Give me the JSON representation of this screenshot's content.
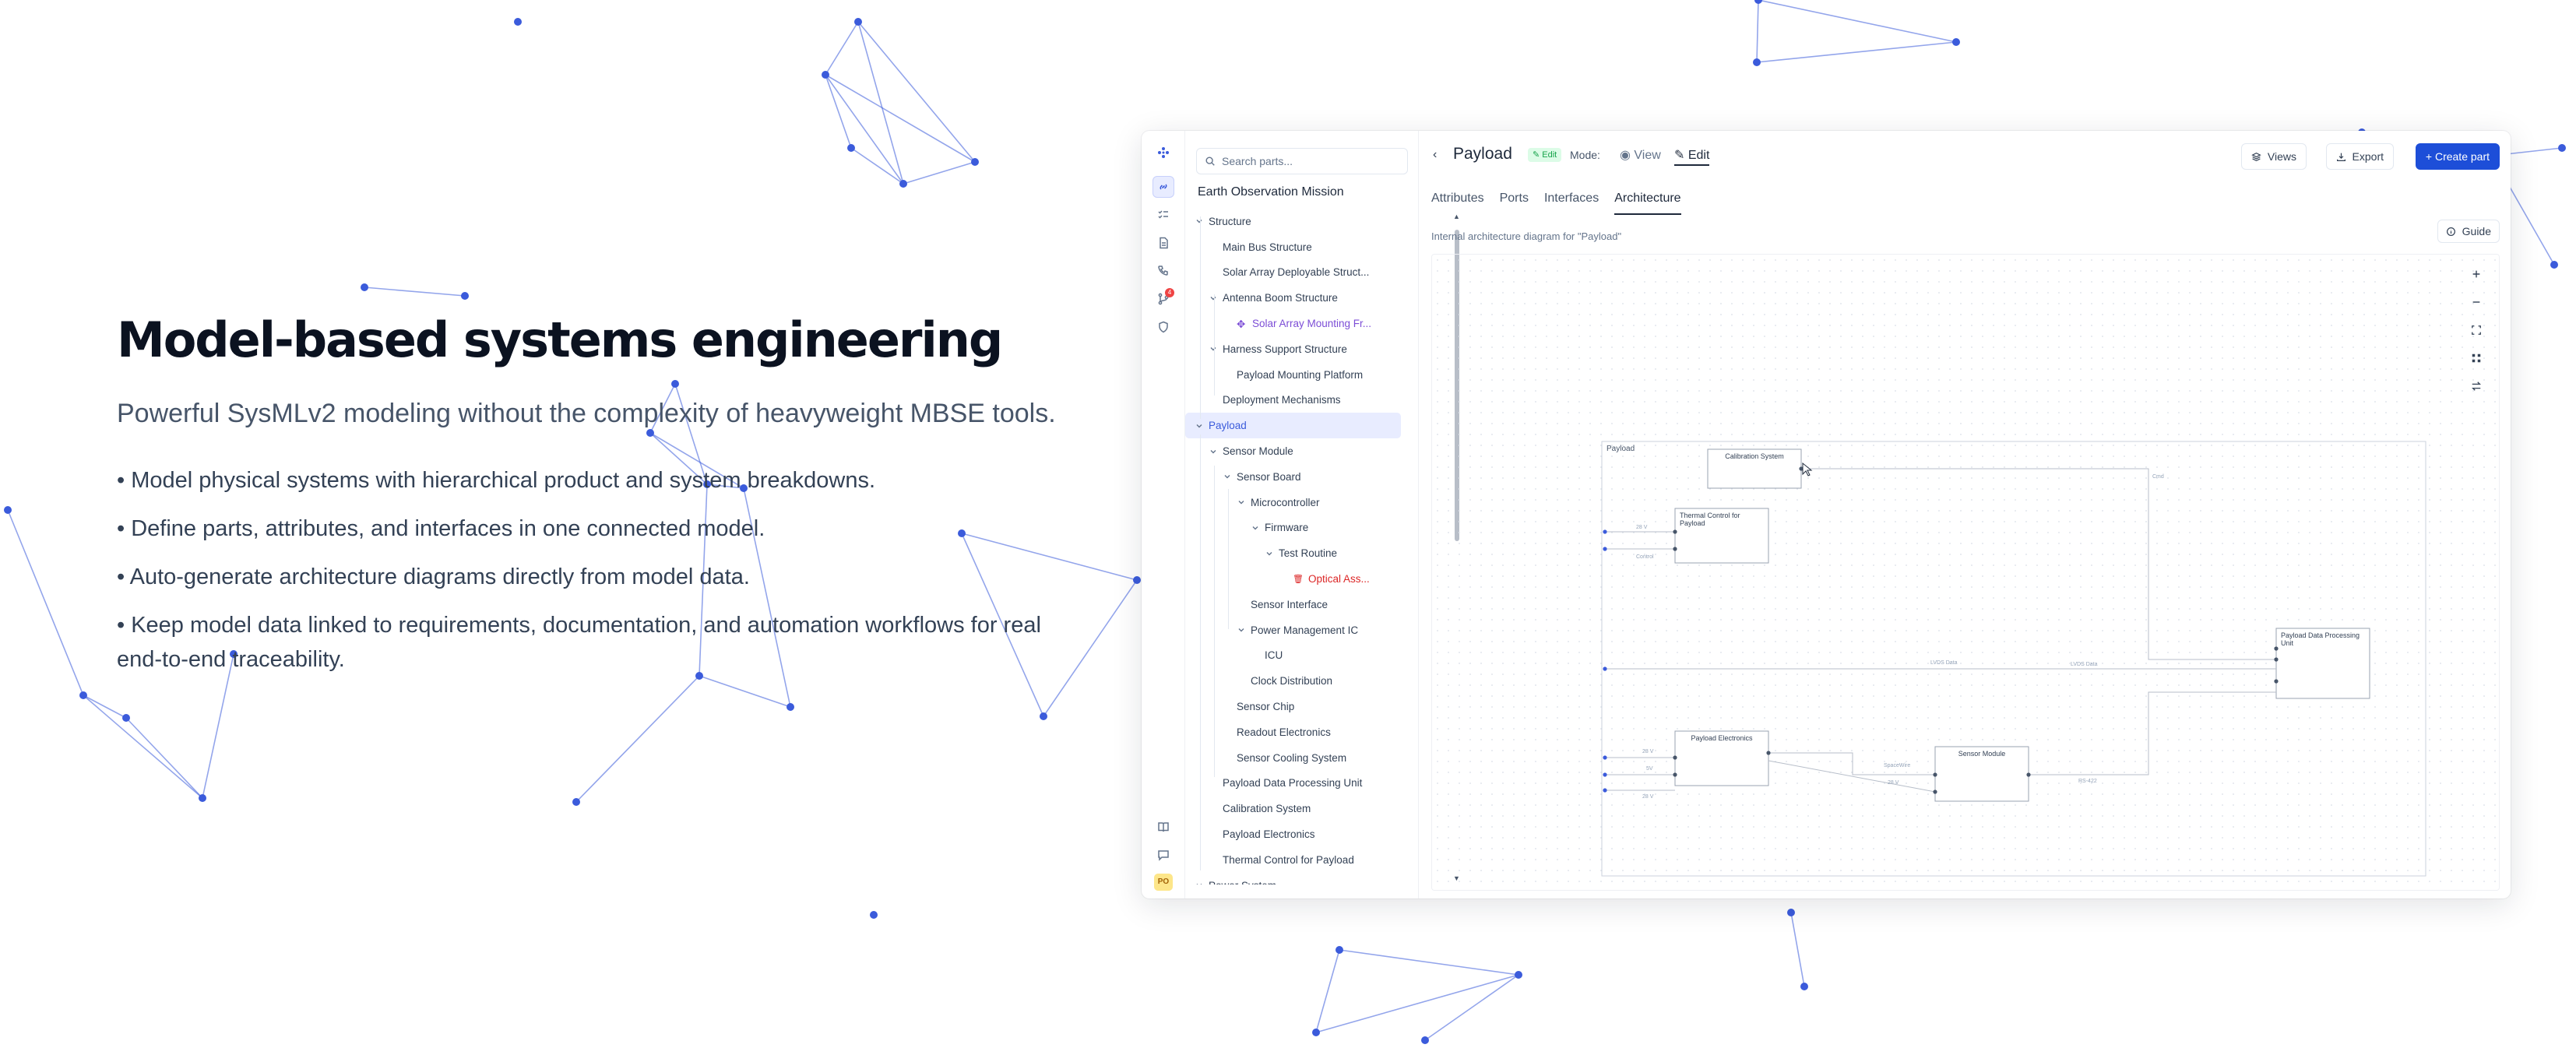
{
  "hero": {
    "title": "Model-based systems engineering",
    "subtitle": "Powerful SysMLv2 modeling without the complexity of heavyweight MBSE tools.",
    "bullets": [
      "• Model physical systems with hierarchical product and system breakdowns.",
      "• Define parts, attributes, and interfaces in one connected model.",
      "• Auto-generate architecture diagrams directly from model data.",
      "• Keep model data linked to requirements, documentation, and automation workflows for real end-to-end traceability."
    ]
  },
  "colors": {
    "accent": "#1d4ed8",
    "network": "#3b5bdb",
    "selected_bg": "#e8ecff",
    "edit_badge": "#16a34a",
    "warn": "#dc2626",
    "linked": "#7c4dd6"
  },
  "rail": {
    "icons": [
      "link-icon",
      "checklist-icon",
      "document-icon",
      "phone-icon",
      "branch-icon",
      "shield-icon",
      "book-icon",
      "chat-icon"
    ],
    "branch_badge": "4",
    "avatar": "PO"
  },
  "tree": {
    "search_placeholder": "Search parts...",
    "project": "Earth Observation Mission",
    "items": [
      {
        "label": "Structure",
        "depth": 0,
        "expand": "open"
      },
      {
        "label": "Main Bus Structure",
        "depth": 1,
        "expand": "none"
      },
      {
        "label": "Solar Array Deployable Struct...",
        "depth": 1,
        "expand": "none"
      },
      {
        "label": "Antenna Boom Structure",
        "depth": 1,
        "expand": "open"
      },
      {
        "label": "Solar Array Mounting Fr...",
        "depth": 2,
        "expand": "none",
        "kind": "linked"
      },
      {
        "label": "Harness Support Structure",
        "depth": 1,
        "expand": "open"
      },
      {
        "label": "Payload Mounting Platform",
        "depth": 2,
        "expand": "none"
      },
      {
        "label": "Deployment Mechanisms",
        "depth": 1,
        "expand": "none"
      },
      {
        "label": "Payload",
        "depth": 0,
        "expand": "open",
        "kind": "selected"
      },
      {
        "label": "Sensor Module",
        "depth": 1,
        "expand": "open"
      },
      {
        "label": "Sensor Board",
        "depth": 2,
        "expand": "open"
      },
      {
        "label": "Microcontroller",
        "depth": 3,
        "expand": "open"
      },
      {
        "label": "Firmware",
        "depth": 4,
        "expand": "open"
      },
      {
        "label": "Test Routine",
        "depth": 5,
        "expand": "open"
      },
      {
        "label": "Optical Ass...",
        "depth": 6,
        "expand": "none",
        "kind": "warn"
      },
      {
        "label": "Sensor Interface",
        "depth": 3,
        "expand": "none"
      },
      {
        "label": "Power Management IC",
        "depth": 3,
        "expand": "open"
      },
      {
        "label": "ICU",
        "depth": 4,
        "expand": "none"
      },
      {
        "label": "Clock Distribution",
        "depth": 3,
        "expand": "none"
      },
      {
        "label": "Sensor Chip",
        "depth": 2,
        "expand": "none"
      },
      {
        "label": "Readout Electronics",
        "depth": 2,
        "expand": "none"
      },
      {
        "label": "Sensor Cooling System",
        "depth": 2,
        "expand": "none"
      },
      {
        "label": "Payload Data Processing Unit",
        "depth": 1,
        "expand": "none"
      },
      {
        "label": "Calibration System",
        "depth": 1,
        "expand": "none"
      },
      {
        "label": "Payload Electronics",
        "depth": 1,
        "expand": "none"
      },
      {
        "label": "Thermal Control for Payload",
        "depth": 1,
        "expand": "none"
      },
      {
        "label": "Power System",
        "depth": 0,
        "expand": "open"
      }
    ]
  },
  "header": {
    "back": "‹",
    "title": "Payload",
    "edit_badge": "Edit",
    "mode_label": "Mode:",
    "mode_view": "View",
    "mode_edit": "Edit",
    "views_button": "Views",
    "export_button": "Export",
    "create_button": "+ Create part"
  },
  "tabs": [
    "Attributes",
    "Ports",
    "Interfaces",
    "Architecture"
  ],
  "active_tab": "Architecture",
  "description": "Internal architecture diagram for \"Payload\"",
  "guide_button": "Guide",
  "diagram": {
    "frame_label": "Payload",
    "blocks": [
      {
        "id": "cal",
        "label": "Calibration System"
      },
      {
        "id": "thermal",
        "label": "Thermal Control for Payload"
      },
      {
        "id": "pdpu",
        "label": "Payload Data Processing Unit"
      },
      {
        "id": "elec",
        "label": "Payload Electronics"
      },
      {
        "id": "sensor",
        "label": "Sensor Module"
      }
    ],
    "edge_labels": [
      "Cmd",
      "28 V",
      "Control",
      "LVDS Data",
      "28 V",
      "5V",
      "28 V",
      "SpaceWire",
      "RS-422",
      "28 V",
      "LVDS Data"
    ]
  }
}
